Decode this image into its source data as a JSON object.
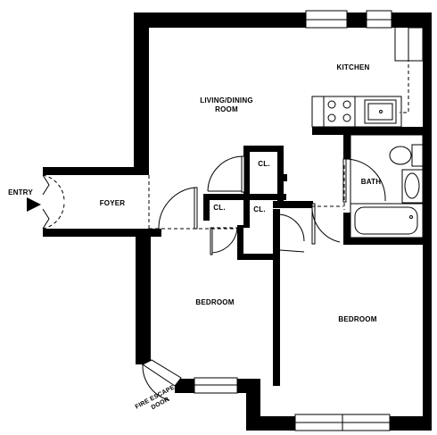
{
  "rooms": {
    "kitchen": "KITCHEN",
    "living_line1": "LIVING/DINING",
    "living_line2": "ROOM",
    "foyer": "FOYER",
    "bath": "BATH",
    "bedroom_left": "BEDROOM",
    "bedroom_right": "BEDROOM",
    "closet_top": "CL.",
    "closet_left": "CL.",
    "closet_right": "CL."
  },
  "entry": "ENTRY",
  "fire_escape_line1": "FIRE ESCAPE",
  "fire_escape_line2": "DOOR"
}
